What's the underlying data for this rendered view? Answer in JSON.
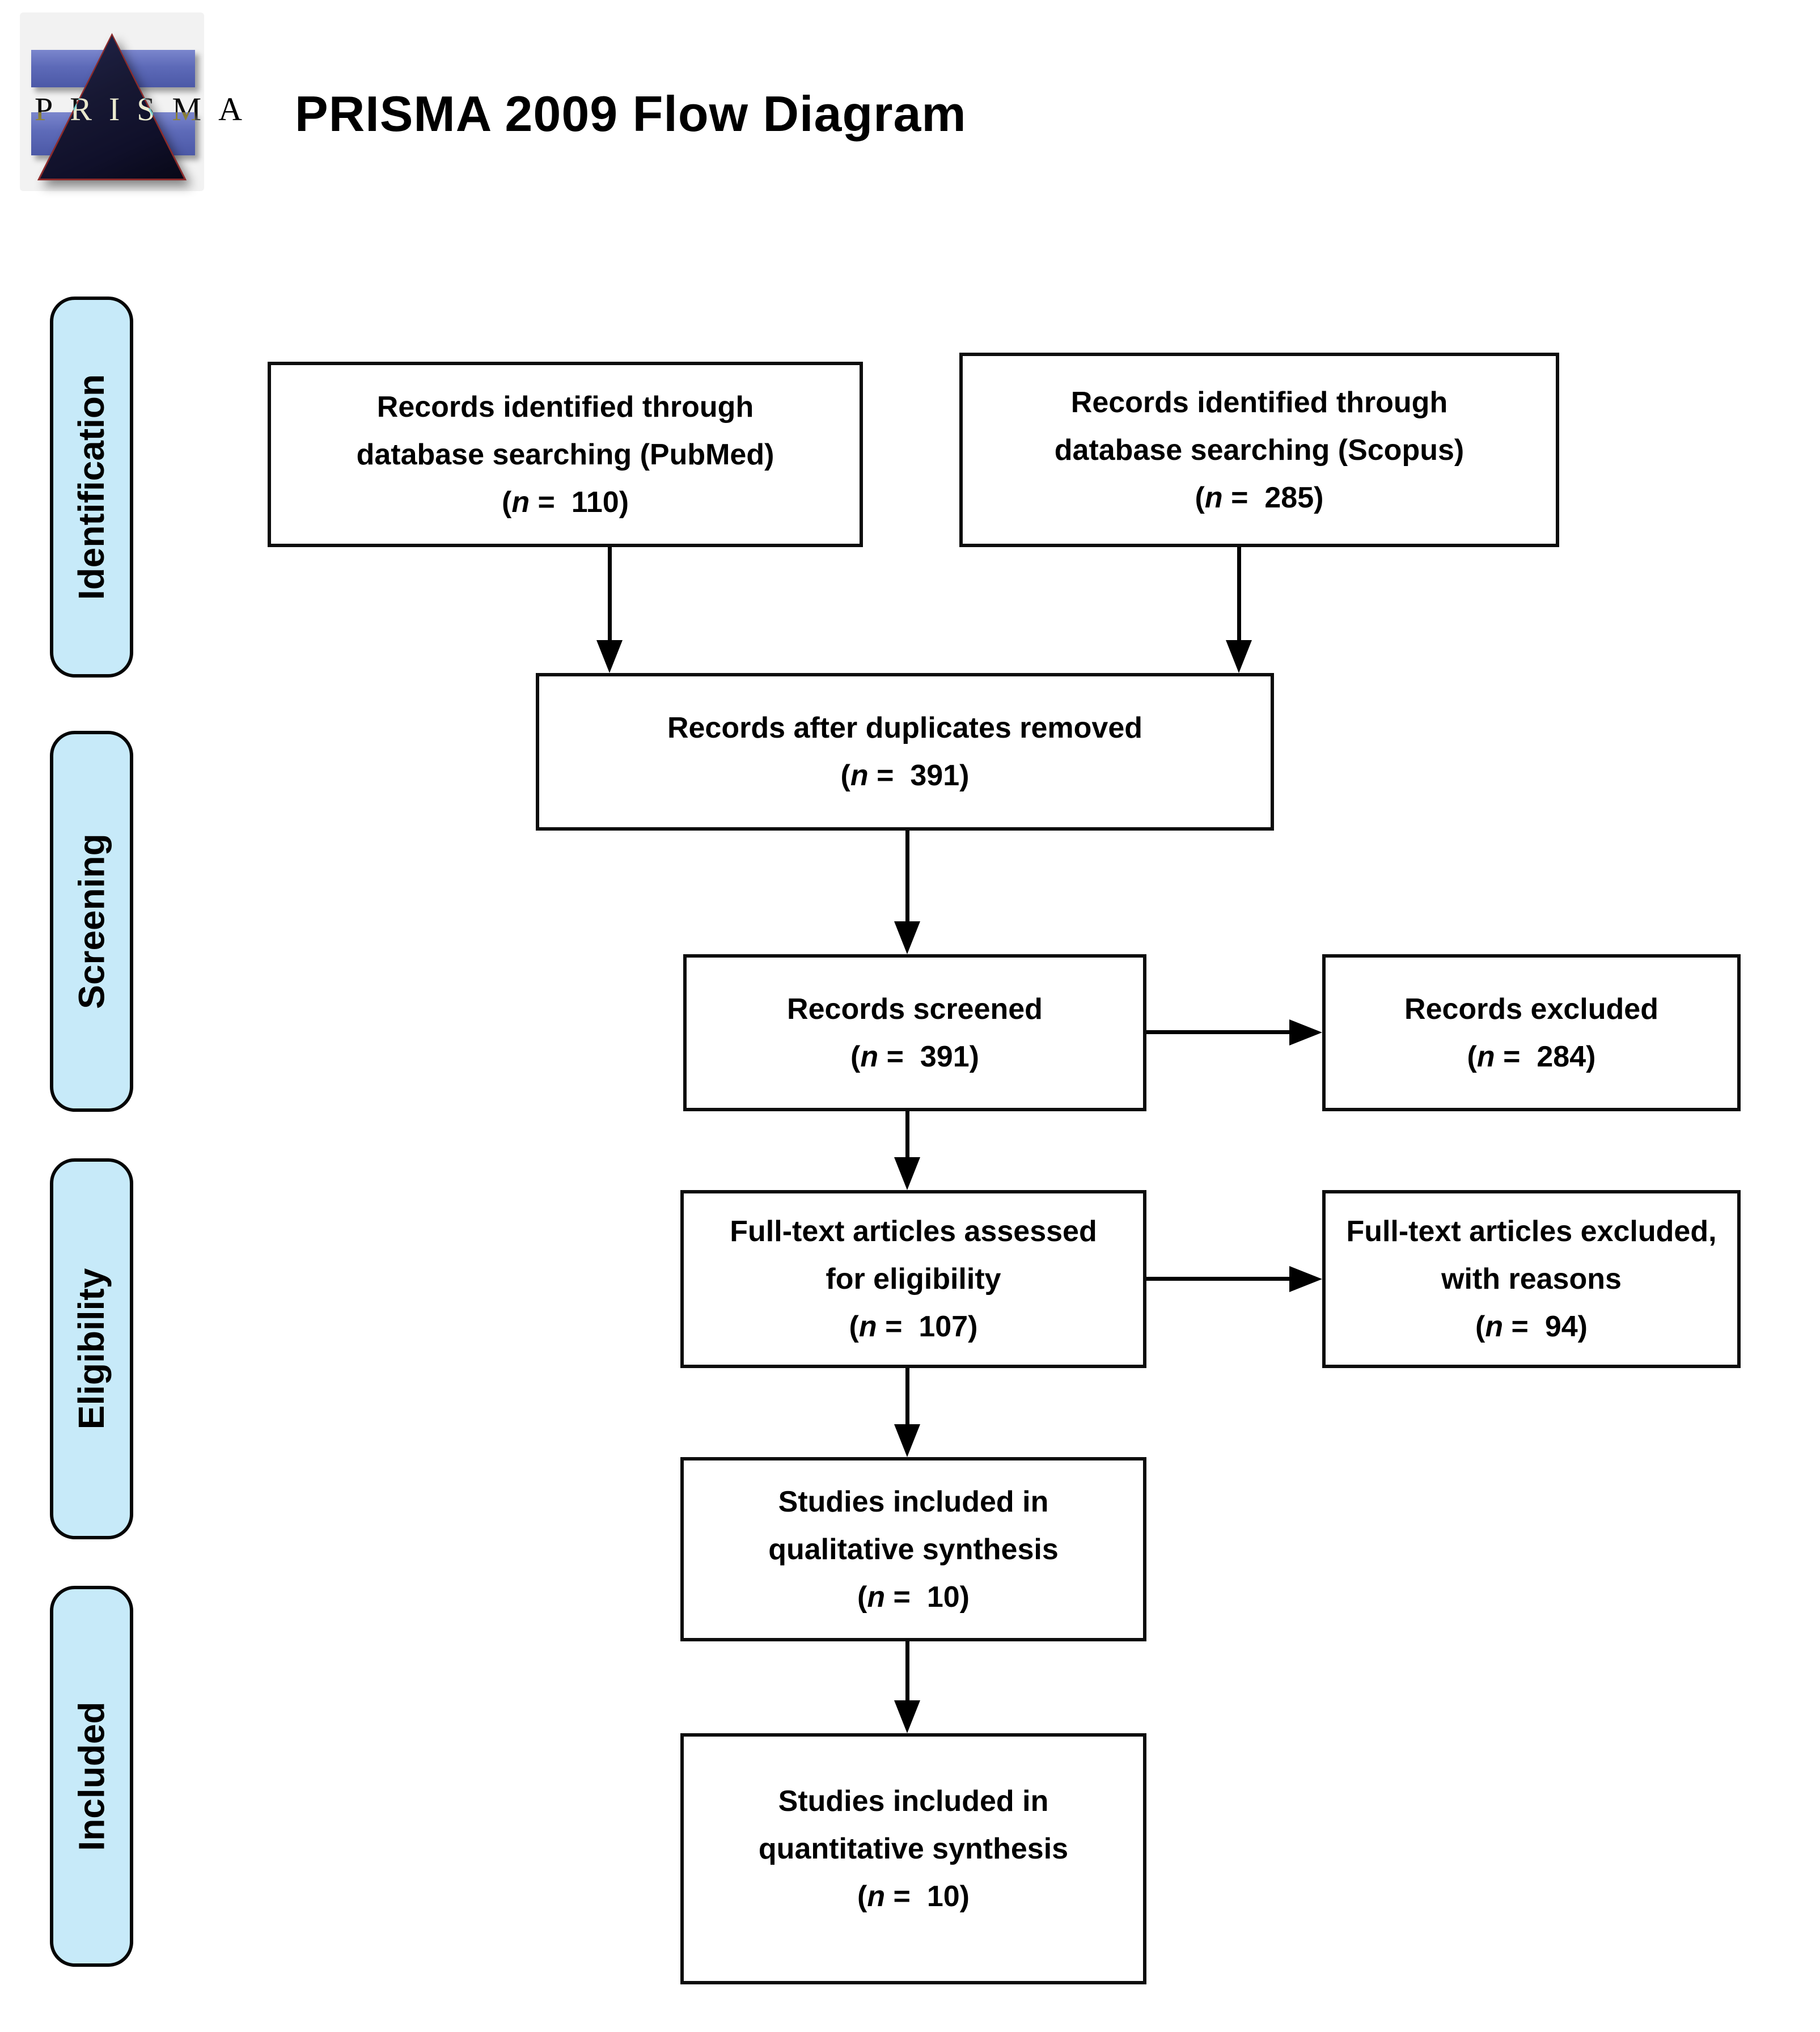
{
  "header": {
    "title": "PRISMA 2009 Flow Diagram",
    "logo_text": "PRISMA"
  },
  "stages": [
    {
      "label": "Identification"
    },
    {
      "label": "Screening"
    },
    {
      "label": "Eligibility"
    },
    {
      "label": "Included"
    }
  ],
  "boxes": {
    "pubmed": {
      "lines": [
        "Records identified through",
        "database searching (PubMed)"
      ],
      "n_open": "(",
      "n_var": "n",
      "n_eq": " =  ",
      "n_value": "110",
      "n_close": ")"
    },
    "scopus": {
      "lines": [
        "Records identified through",
        "database searching (Scopus)"
      ],
      "n_open": "(",
      "n_var": "n",
      "n_eq": " =  ",
      "n_value": "285",
      "n_close": ")"
    },
    "duplicates": {
      "lines": [
        "Records after duplicates removed"
      ],
      "n_open": "(",
      "n_var": "n",
      "n_eq": " =  ",
      "n_value": "391",
      "n_close": ")"
    },
    "screened": {
      "lines": [
        "Records screened"
      ],
      "n_open": "(",
      "n_var": "n",
      "n_eq": " =  ",
      "n_value": "391",
      "n_close": ")"
    },
    "excluded": {
      "lines": [
        "Records excluded"
      ],
      "n_open": "(",
      "n_var": "n",
      "n_eq": " =  ",
      "n_value": "284",
      "n_close": ")"
    },
    "fulltext_assessed": {
      "lines": [
        "Full-text articles assessed",
        "for eligibility"
      ],
      "n_open": "(",
      "n_var": "n",
      "n_eq": " =  ",
      "n_value": "107",
      "n_close": ")"
    },
    "fulltext_excluded": {
      "lines": [
        "Full-text articles excluded,",
        "with reasons"
      ],
      "n_open": "(",
      "n_var": "n",
      "n_eq": " =  ",
      "n_value": "94",
      "n_close": ")"
    },
    "qualitative": {
      "lines": [
        "Studies included in",
        "qualitative synthesis"
      ],
      "n_open": "(",
      "n_var": "n",
      "n_eq": " =  ",
      "n_value": "10",
      "n_close": ")"
    },
    "quantitative": {
      "lines": [
        "Studies included in",
        "quantitative synthesis"
      ],
      "n_open": "(",
      "n_var": "n",
      "n_eq": " =  ",
      "n_value": "10",
      "n_close": ")"
    }
  },
  "colors": {
    "stage_fill": "#c7eaf9",
    "box_border": "#0d0d0d",
    "arrow_color": "#000000",
    "logo_band": "#5563ae",
    "logo_triangle": "#10102a",
    "logo_triangle_outline": "#8c2b2b",
    "logo_bg": "#f2f2f2"
  }
}
